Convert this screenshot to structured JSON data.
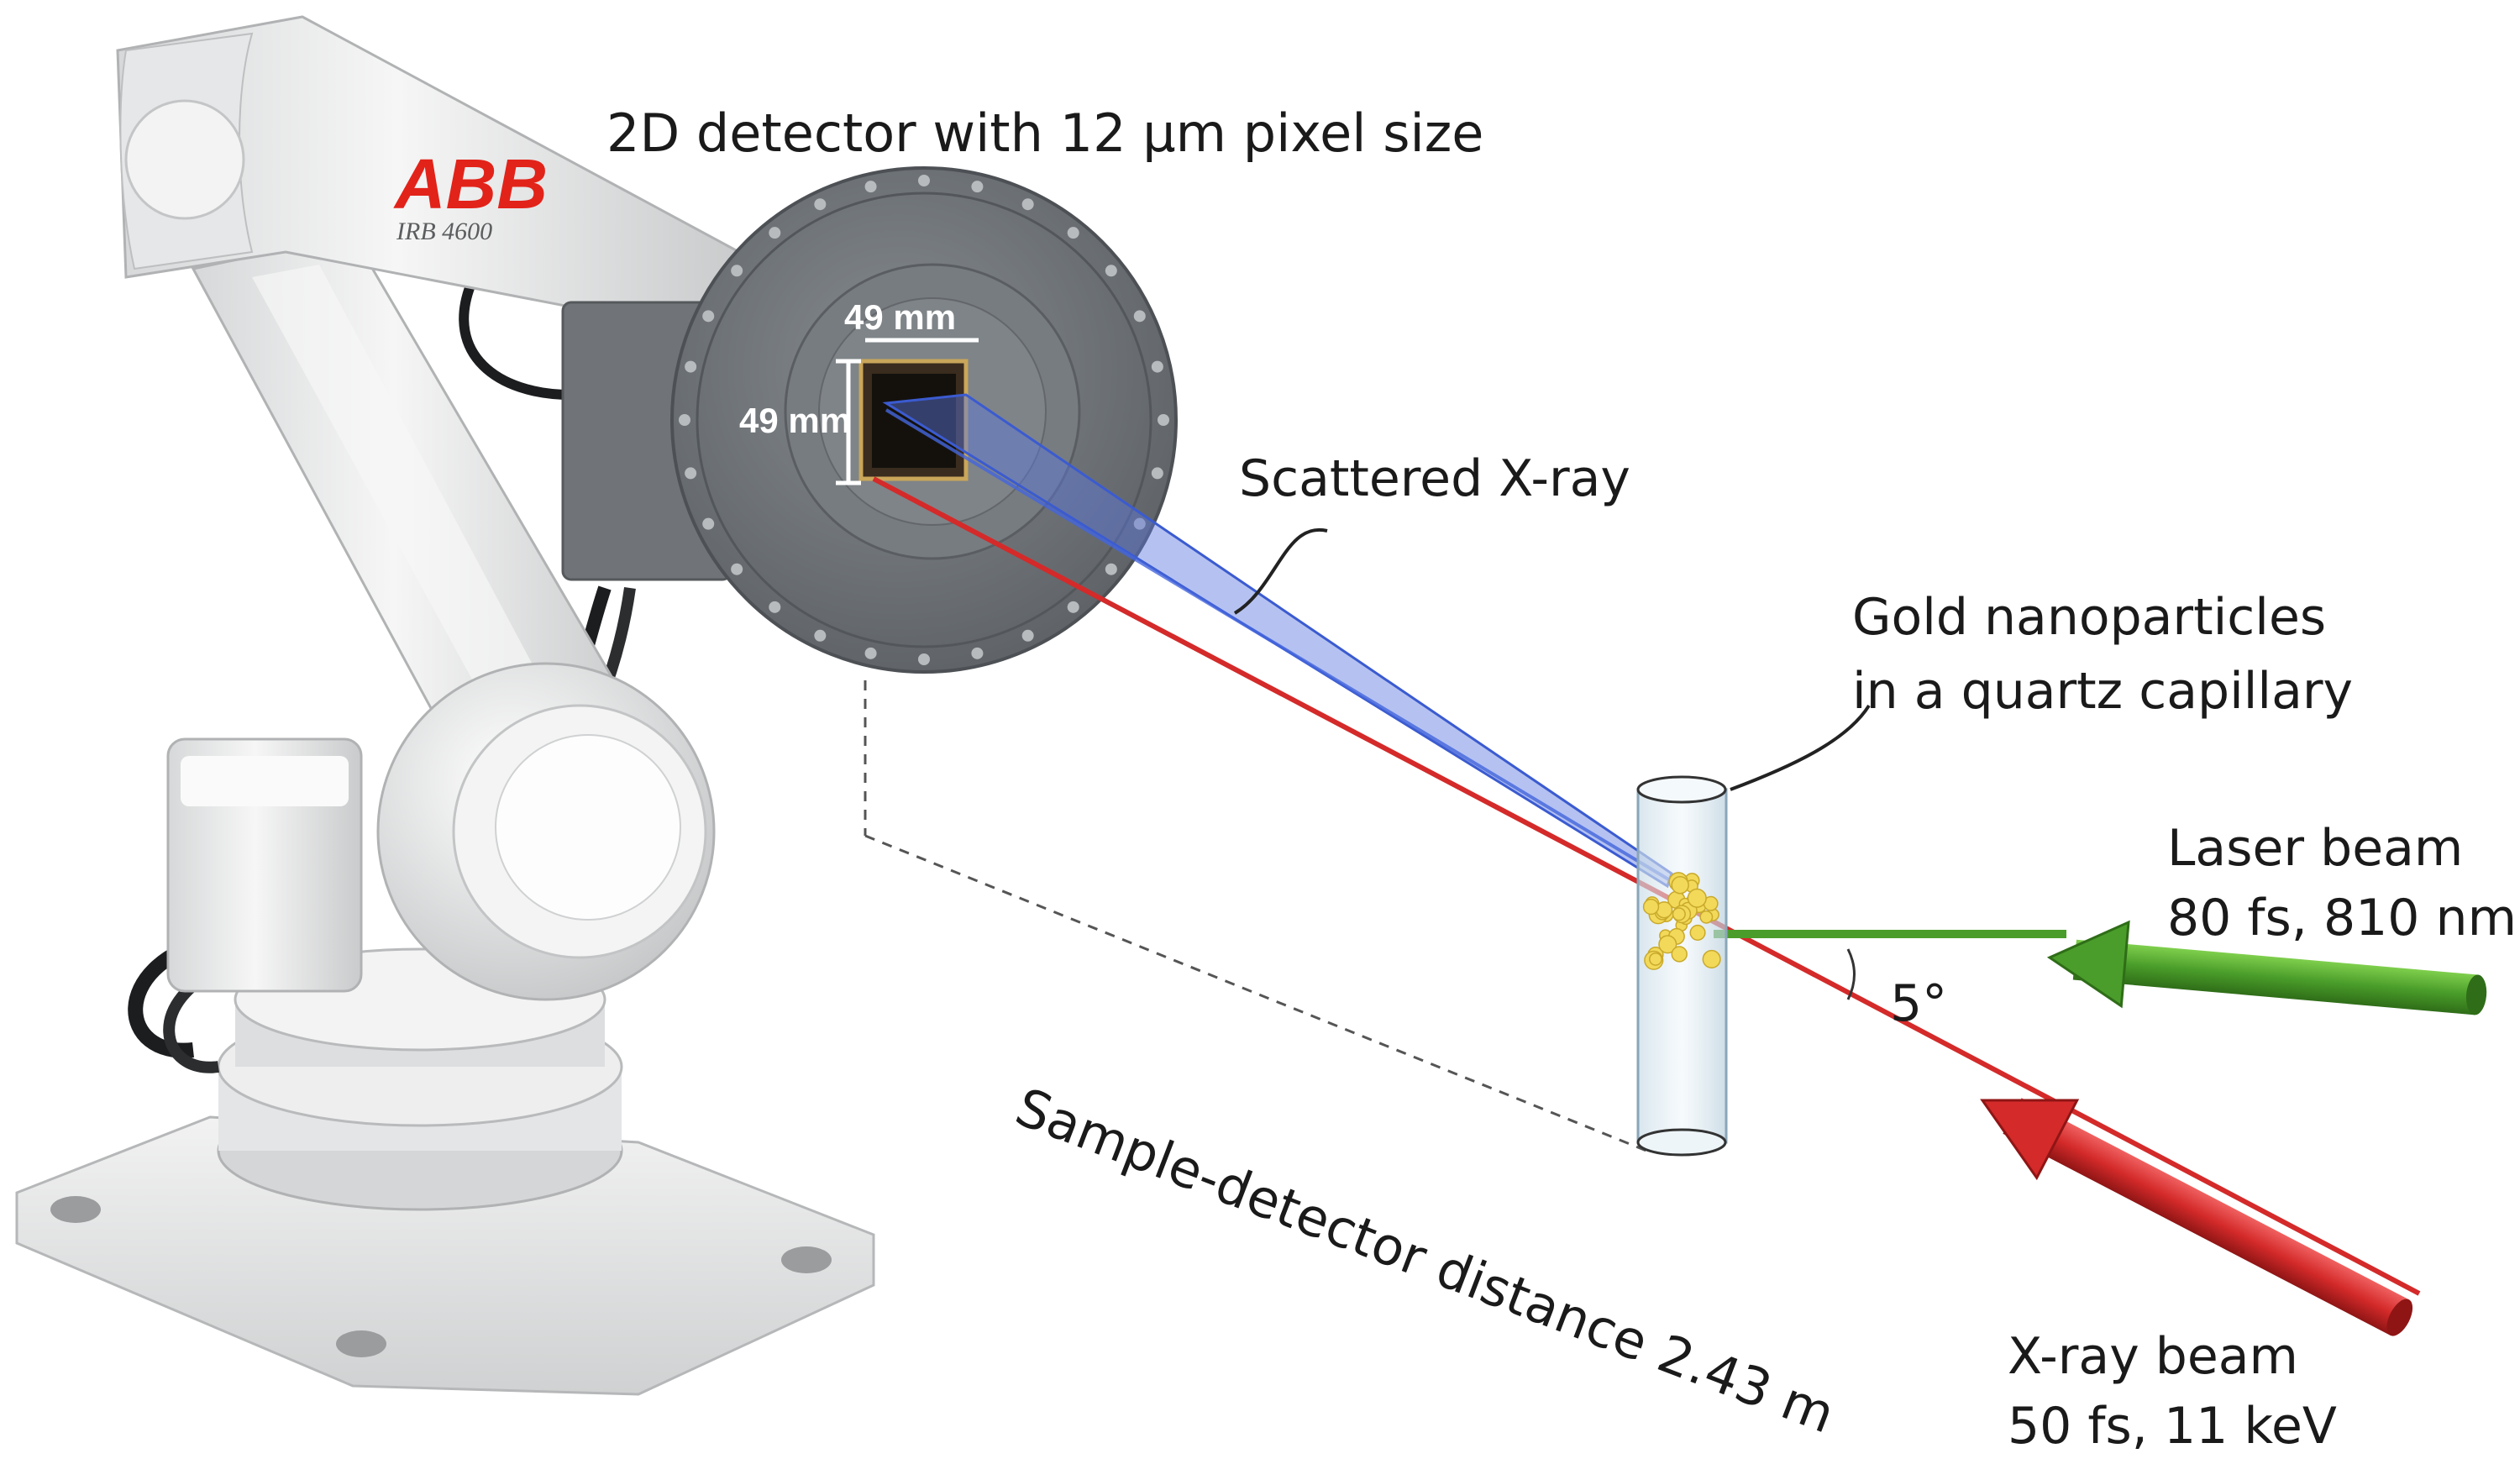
{
  "brand": {
    "logo_text": "ABB",
    "model_text": "IRB 4600"
  },
  "labels": {
    "detector": "2D detector with 12 μm pixel size",
    "scattered": "Scattered X-ray",
    "sample_line1": "Gold nanoparticles",
    "sample_line2": "in a quartz capillary",
    "laser_line1": "Laser beam",
    "laser_line2": "80 fs, 810 nm",
    "xray_line1": "X-ray beam",
    "xray_line2": "50 fs, 11 keV",
    "angle": "5°",
    "distance": "Sample-detector distance 2.43 m"
  },
  "dimensions": {
    "width": "49 mm",
    "height": "49 mm"
  },
  "colors": {
    "laser": "#4a9d2a",
    "xray": "#d42a2a",
    "scattered": "#5a78e0",
    "robot": "#eceded",
    "detector": "#6f7478",
    "logo": "#e2231a"
  }
}
